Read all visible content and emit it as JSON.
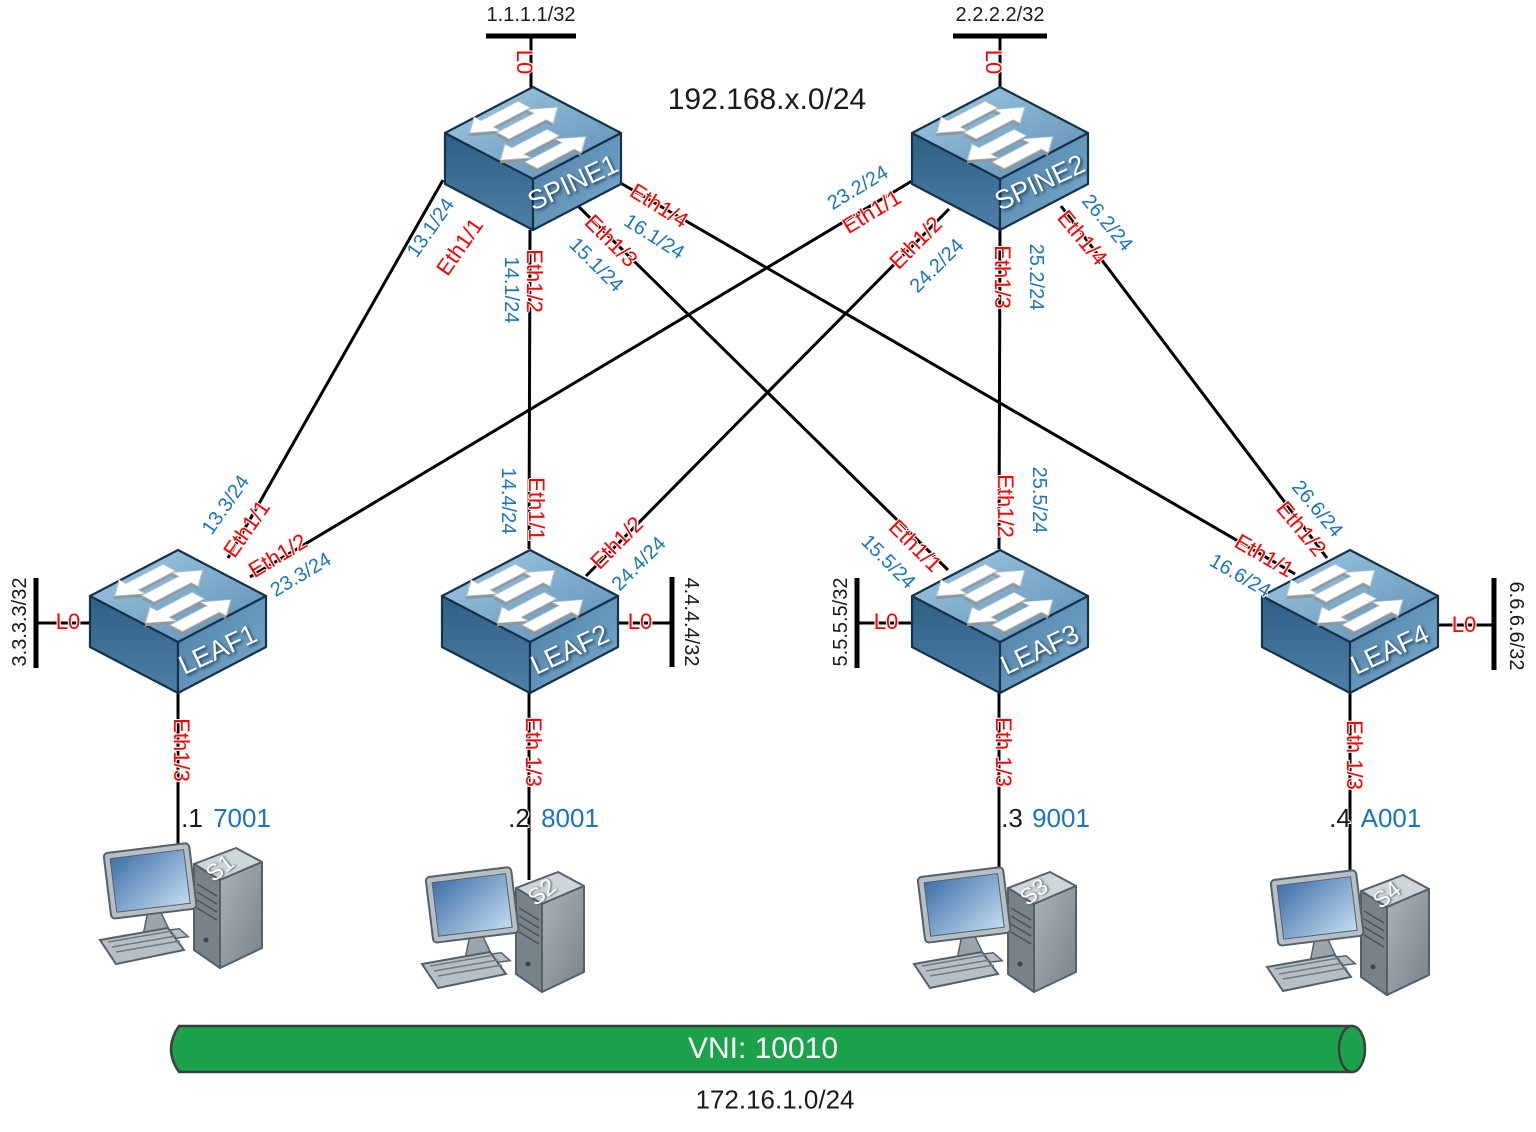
{
  "underlay_network_label": "192.168.x.0/24",
  "spines": [
    {
      "name": "SPINE1",
      "loopback_if": "L0",
      "loopback_ip": "1.1.1.1/32",
      "interfaces": [
        {
          "name": "Eth1/1",
          "ip": "13.1/24"
        },
        {
          "name": "Eth1/2",
          "ip": "14.1/24"
        },
        {
          "name": "Eth1/3",
          "ip": "15.1/24"
        },
        {
          "name": "Eth1/4",
          "ip": "16.1/24"
        }
      ]
    },
    {
      "name": "SPINE2",
      "loopback_if": "L0",
      "loopback_ip": "2.2.2.2/32",
      "interfaces": [
        {
          "name": "Eth1/1",
          "ip": "23.2/24"
        },
        {
          "name": "Eth1/2",
          "ip": "24.2/24"
        },
        {
          "name": "Eth1/3",
          "ip": "25.2/24"
        },
        {
          "name": "Eth1/4",
          "ip": "26.2/24"
        }
      ]
    }
  ],
  "leaves": [
    {
      "name": "LEAF1",
      "loopback_if": "L0",
      "loopback_ip": "3.3.3.3/32",
      "uplinks": [
        {
          "name": "Eth1/1",
          "ip": "13.3/24"
        },
        {
          "name": "Eth1/2",
          "ip": "23.3/24"
        }
      ],
      "host_if": "Eth1/3"
    },
    {
      "name": "LEAF2",
      "loopback_if": "L0",
      "loopback_ip": "4.4.4.4/32",
      "uplinks": [
        {
          "name": "Eth1/1",
          "ip": "14.4/24"
        },
        {
          "name": "Eth1/2",
          "ip": "24.4/24"
        }
      ],
      "host_if": "Eth 1/3"
    },
    {
      "name": "LEAF3",
      "loopback_if": "L0",
      "loopback_ip": "5.5.5.5/32",
      "uplinks": [
        {
          "name": "Eth1/1",
          "ip": "15.5/24"
        },
        {
          "name": "Eth1/2",
          "ip": "25.5/24"
        }
      ],
      "host_if": "Eth 1/3"
    },
    {
      "name": "LEAF4",
      "loopback_if": "L0",
      "loopback_ip": "6.6.6.6/32",
      "uplinks": [
        {
          "name": "Eth1/1",
          "ip": "16.6/24"
        },
        {
          "name": "Eth1/2",
          "ip": "26.6/24"
        }
      ],
      "host_if": "Eth 1/3"
    }
  ],
  "servers": [
    {
      "name": "S1",
      "ip_suffix": ".1",
      "tag": "7001"
    },
    {
      "name": "S2",
      "ip_suffix": ".2",
      "tag": "8001"
    },
    {
      "name": "S3",
      "ip_suffix": ".3",
      "tag": "9001"
    },
    {
      "name": "S4",
      "ip_suffix": ".4",
      "tag": "A001"
    }
  ],
  "vxlan": {
    "vni_label": "VNI: 10010",
    "subnet": "172.16.1.0/24"
  },
  "colors": {
    "interface_label": "#fe0000",
    "ip_label": "#1c75bc",
    "tube_green": "#1ca24a",
    "switch_blue": "#5a8db4"
  }
}
